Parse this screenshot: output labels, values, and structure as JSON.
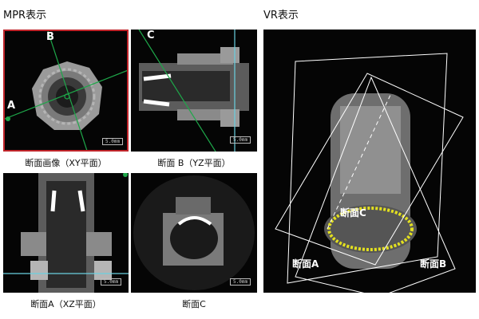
{
  "mpr_title": "MPR表示",
  "vr_title": "VR表示",
  "panels": {
    "xy": {
      "caption": "断面画像（XY平面）",
      "scale": "5.0mm",
      "axis_a": "A",
      "axis_b": "B"
    },
    "yz": {
      "caption": "断面 B（YZ平面）",
      "scale": "5.0mm",
      "axis_c": "C"
    },
    "xz": {
      "caption": "断面A（XZ平面）",
      "scale": "5.0mm"
    },
    "c": {
      "caption": "断面C",
      "scale": "5.0mm"
    }
  },
  "vr": {
    "label_c": "断面C",
    "label_a": "断面A",
    "label_b": "断面B"
  },
  "colors": {
    "active_border": "#c0242a",
    "axis_green": "#1ea84a",
    "axis_cyan": "#6ad0e0"
  }
}
